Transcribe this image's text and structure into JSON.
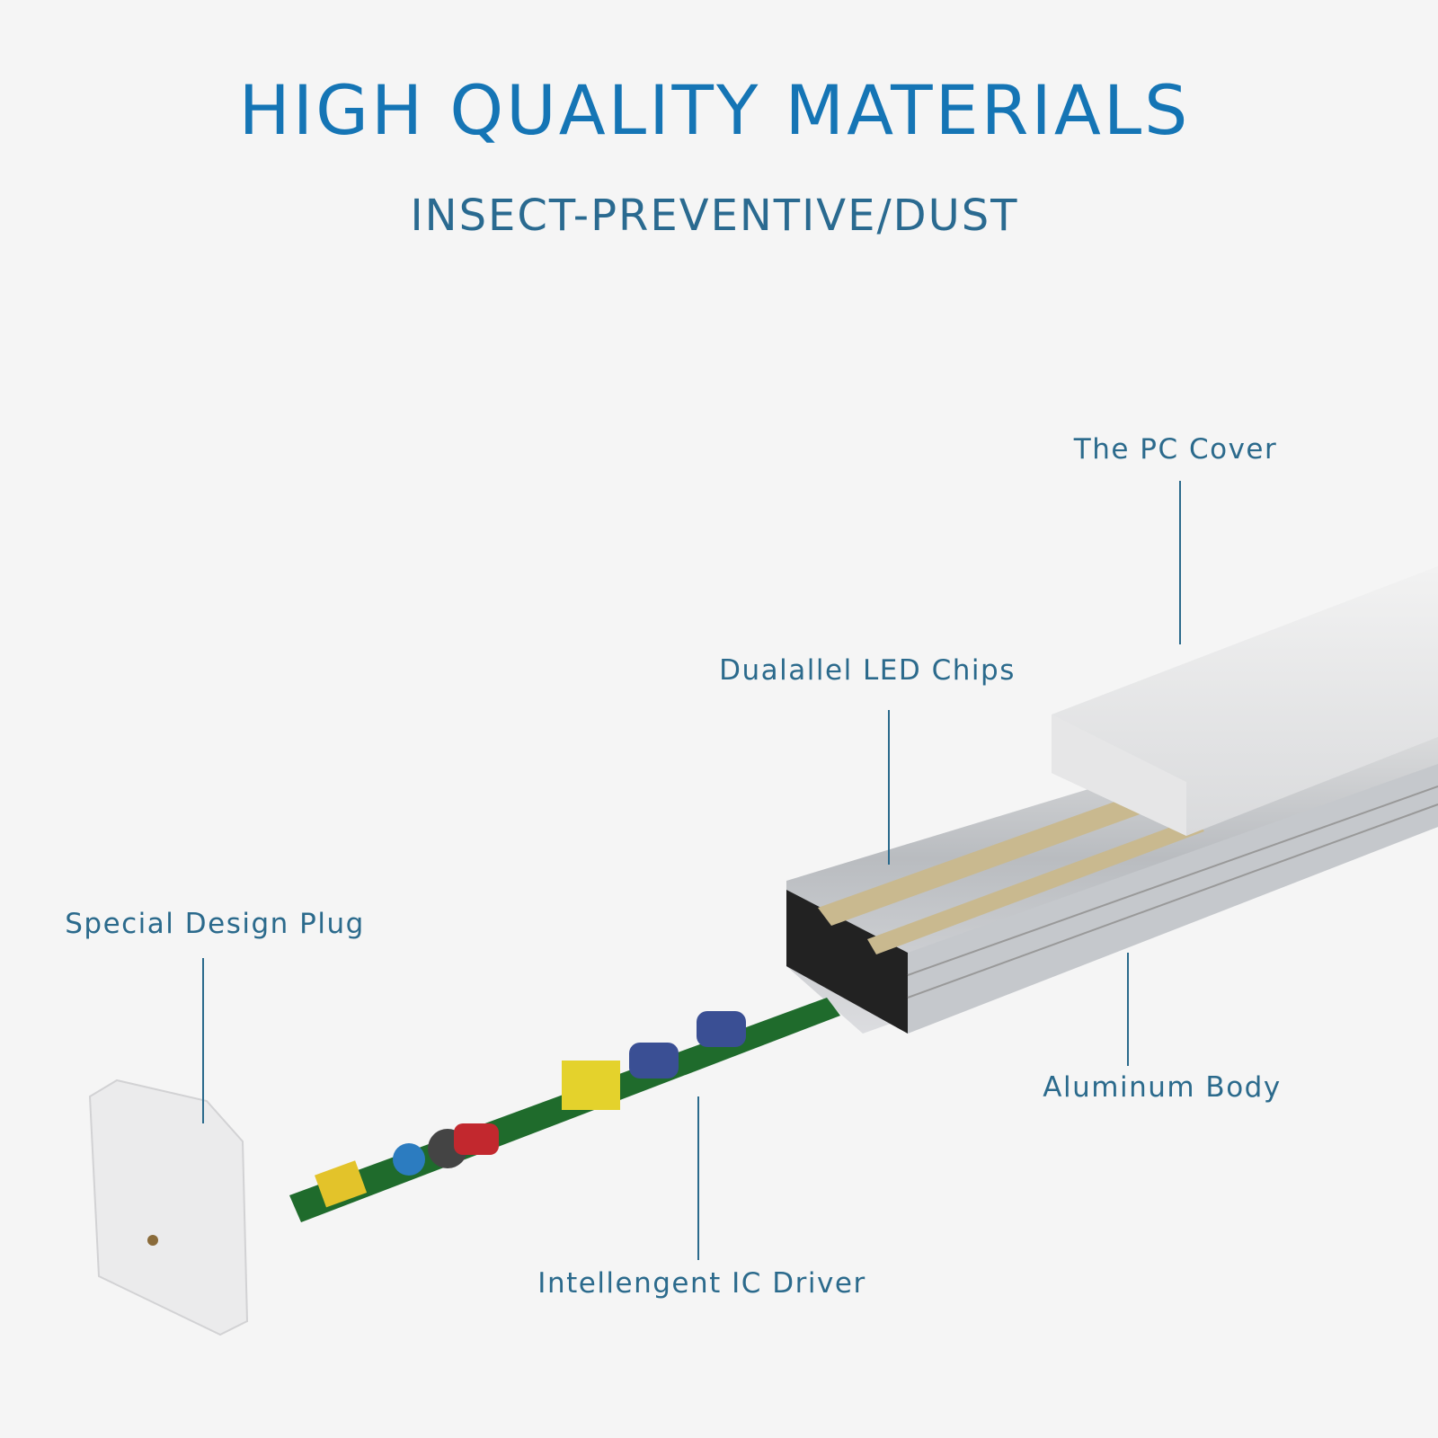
{
  "header": {
    "title": "HIGH QUALITY MATERIALS",
    "subtitle": "INSECT-PREVENTIVE/DUST"
  },
  "callouts": {
    "pc_cover": "The PC Cover",
    "led_chips": "Dualallel LED Chips",
    "plug": "Special Design Plug",
    "aluminum_body": "Aluminum Body",
    "driver": "Intellengent IC Driver"
  },
  "colors": {
    "title": "#1575b5",
    "subtitle": "#2a6a90",
    "label": "#2b6a8c",
    "background": "#f5f5f5"
  }
}
